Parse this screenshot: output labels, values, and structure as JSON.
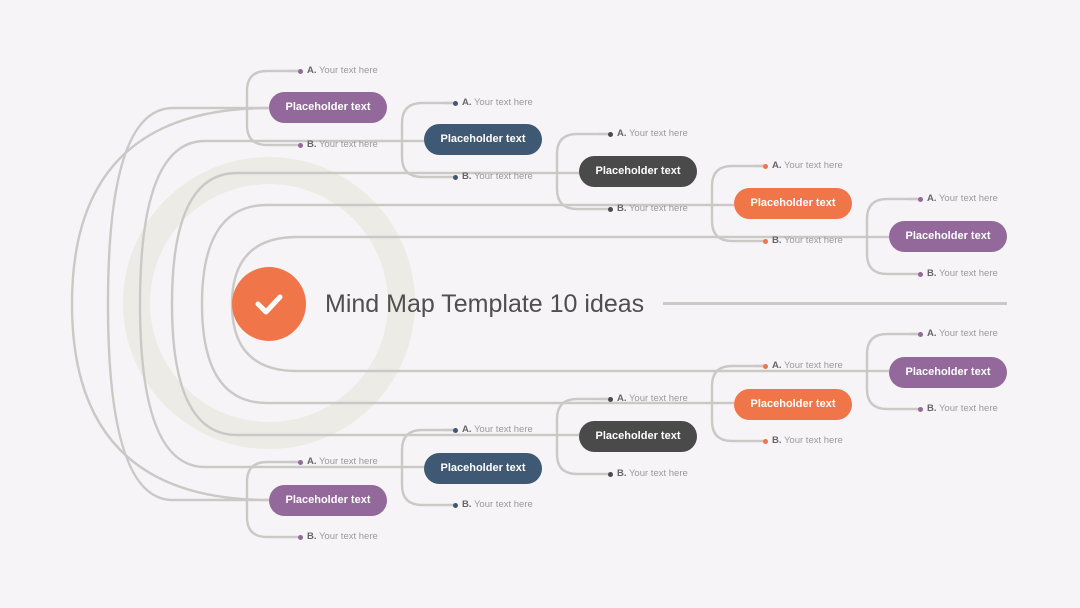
{
  "title": "Mind Map Template 10 ideas",
  "icon": "checkmark-icon",
  "colors": {
    "background": "#f6f4f6",
    "line": "#cbc9c6",
    "halo": "#ecebe5",
    "orange": "#f0764a",
    "purple": "#93699c",
    "navy": "#3f5873",
    "charcoal": "#4a4a4a"
  },
  "nodes": [
    {
      "label": "Placeholder text",
      "color": "#93699c",
      "a_letter": "A.",
      "a_text": "Your text here",
      "b_letter": "B.",
      "b_text": "Your text here"
    },
    {
      "label": "Placeholder text",
      "color": "#3f5873",
      "a_letter": "A.",
      "a_text": "Your text here",
      "b_letter": "B.",
      "b_text": "Your text here"
    },
    {
      "label": "Placeholder text",
      "color": "#4a4a4a",
      "a_letter": "A.",
      "a_text": "Your text here",
      "b_letter": "B.",
      "b_text": "Your text here"
    },
    {
      "label": "Placeholder text",
      "color": "#f0764a",
      "a_letter": "A.",
      "a_text": "Your text here",
      "b_letter": "B.",
      "b_text": "Your text here"
    },
    {
      "label": "Placeholder text",
      "color": "#93699c",
      "a_letter": "A.",
      "a_text": "Your text here",
      "b_letter": "B.",
      "b_text": "Your text here"
    },
    {
      "label": "Placeholder text",
      "color": "#93699c",
      "a_letter": "A.",
      "a_text": "Your text here",
      "b_letter": "B.",
      "b_text": "Your text here"
    },
    {
      "label": "Placeholder text",
      "color": "#f0764a",
      "a_letter": "A.",
      "a_text": "Your text here",
      "b_letter": "B.",
      "b_text": "Your text here"
    },
    {
      "label": "Placeholder text",
      "color": "#4a4a4a",
      "a_letter": "A.",
      "a_text": "Your text here",
      "b_letter": "B.",
      "b_text": "Your text here"
    },
    {
      "label": "Placeholder text",
      "color": "#3f5873",
      "a_letter": "A.",
      "a_text": "Your text here",
      "b_letter": "B.",
      "b_text": "Your text here"
    },
    {
      "label": "Placeholder text",
      "color": "#93699c",
      "a_letter": "A.",
      "a_text": "Your text here",
      "b_letter": "B.",
      "b_text": "Your text here"
    }
  ]
}
